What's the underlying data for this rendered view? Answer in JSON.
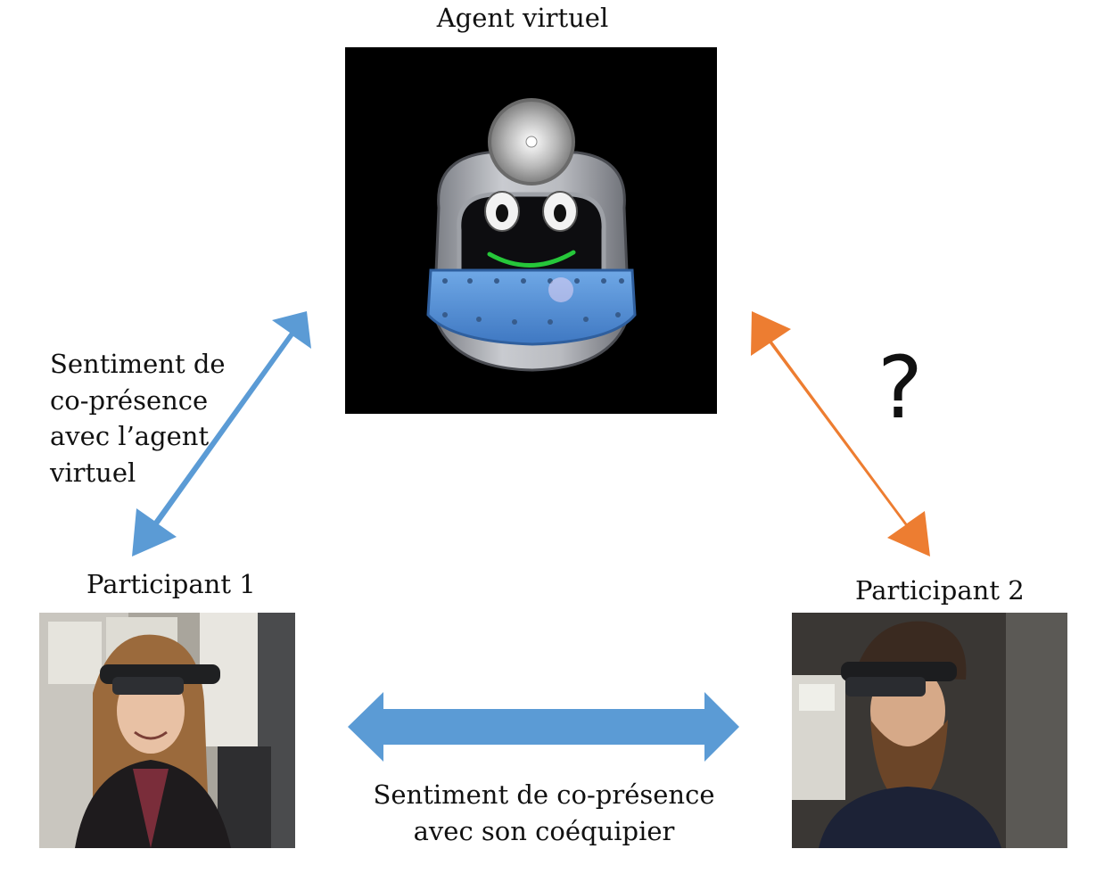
{
  "nodes": {
    "agent": {
      "label": "Agent virtuel"
    },
    "participant1": {
      "label": "Participant 1"
    },
    "participant2": {
      "label": "Participant 2"
    }
  },
  "edges": {
    "agent_participant1": {
      "label_lines": [
        "Sentiment de",
        "co-présence",
        "avec l’agent",
        "virtuel"
      ],
      "color": "#5b9bd5"
    },
    "agent_participant2": {
      "label": "?",
      "color": "#ed7d31"
    },
    "participant1_participant2": {
      "label_lines": [
        "Sentiment de co-présence",
        "avec son coéquipier"
      ],
      "color": "#5b9bd5"
    }
  }
}
